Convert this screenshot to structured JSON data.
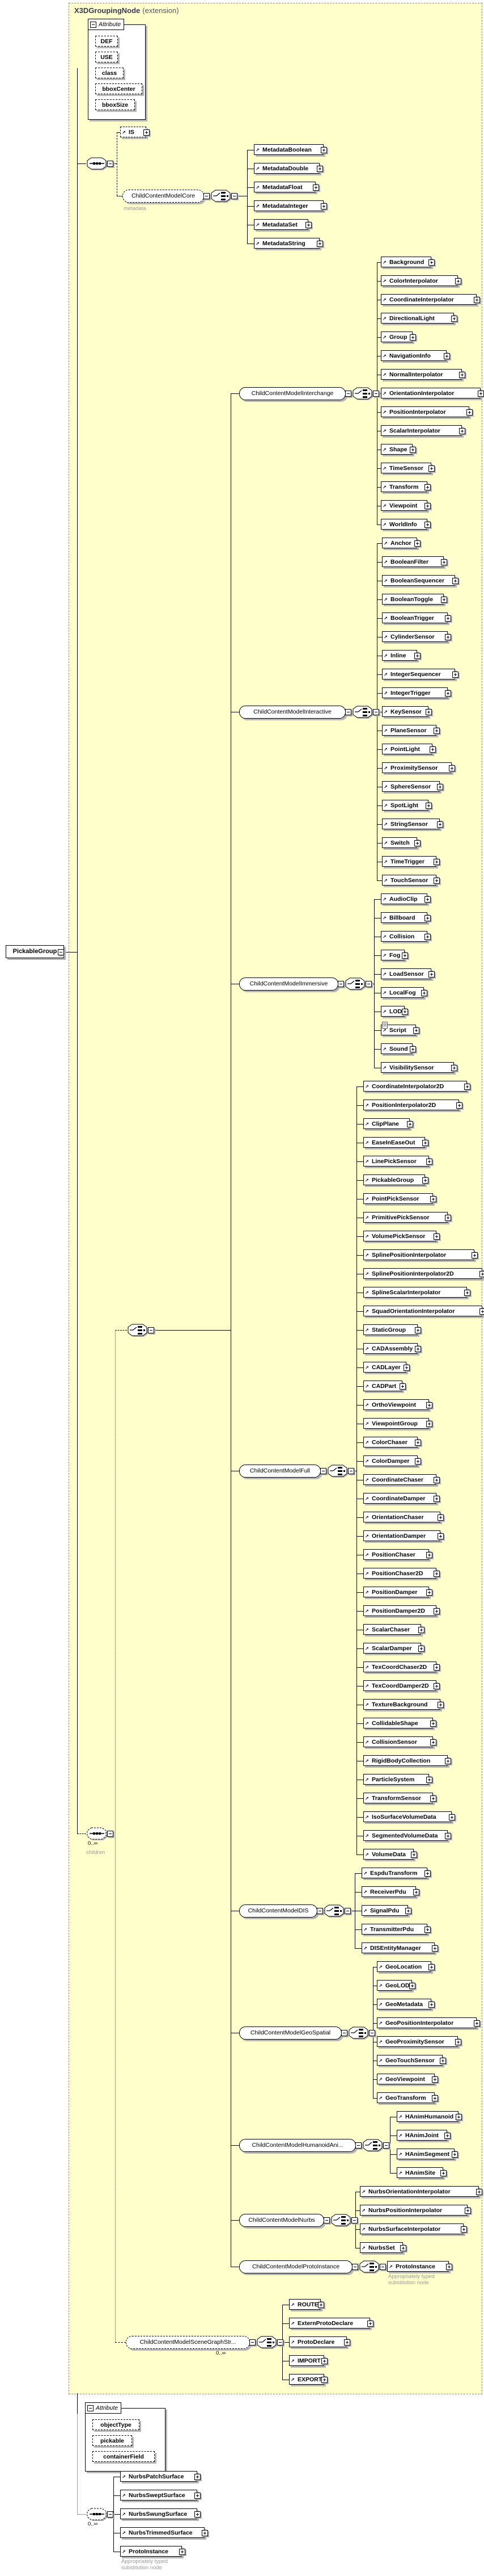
{
  "title": {
    "name": "X3DGroupingNode",
    "suffix": "(extension)"
  },
  "root_element": {
    "label": "PickableGroup"
  },
  "colors": {
    "container_fill": "#ffffcc",
    "container_border": "#8a8a8a",
    "box_fill": "#ffffff",
    "box_border": "#000000",
    "shadow": "#b5b5b5",
    "annotation_text": "#9a9a9a"
  },
  "base_attributes": {
    "header": "Attribute",
    "items": [
      "DEF",
      "USE",
      "class",
      "bboxCenter",
      "bboxSize"
    ]
  },
  "extension_attributes": {
    "header": "Attribute",
    "items": [
      "objectType",
      "pickable",
      "containerField"
    ]
  },
  "is_reference": {
    "label": "IS"
  },
  "core_group": {
    "label": "ChildContentModelCore",
    "annotation": "metadata",
    "choice_items": [
      "MetadataBoolean",
      "MetadataDouble",
      "MetadataFloat",
      "MetadataInteger",
      "MetadataSet",
      "MetadataString"
    ]
  },
  "children_compositor": {
    "occurs": "0..∞",
    "annotation": "children"
  },
  "child_groups": [
    {
      "label": "ChildContentModelInterchange",
      "items": [
        "Background",
        "ColorInterpolator",
        "CoordinateInterpolator",
        "DirectionalLight",
        "Group",
        "NavigationInfo",
        "NormalInterpolator",
        "OrientationInterpolator",
        "PositionInterpolator",
        "ScalarInterpolator",
        "Shape",
        "TimeSensor",
        "Transform",
        "Viewpoint",
        "WorldInfo"
      ]
    },
    {
      "label": "ChildContentModelInteractive",
      "items": [
        "Anchor",
        "BooleanFilter",
        "BooleanSequencer",
        "BooleanToggle",
        "BooleanTrigger",
        "CylinderSensor",
        "Inline",
        "IntegerSequencer",
        "IntegerTrigger",
        "KeySensor",
        "PlaneSensor",
        "PointLight",
        "ProximitySensor",
        "SphereSensor",
        "SpotLight",
        "StringSensor",
        "Switch",
        "TimeTrigger",
        "TouchSensor"
      ]
    },
    {
      "label": "ChildContentModelImmersive",
      "items": [
        "AudioClip",
        "Billboard",
        "Collision",
        "Fog",
        "LoadSensor",
        "LocalFog",
        "LOD",
        "Script",
        "Sound",
        "VisibilitySensor"
      ]
    },
    {
      "label": "ChildContentModelFull",
      "items": [
        "CoordinateInterpolator2D",
        "PositionInterpolator2D",
        "ClipPlane",
        "EaseInEaseOut",
        "LinePickSensor",
        "PickableGroup",
        "PointPickSensor",
        "PrimitivePickSensor",
        "VolumePickSensor",
        "SplinePositionInterpolator",
        "SplinePositionInterpolator2D",
        "SplineScalarInterpolator",
        "SquadOrientationInterpolator",
        "StaticGroup",
        "CADAssembly",
        "CADLayer",
        "CADPart",
        "OrthoViewpoint",
        "ViewpointGroup",
        "ColorChaser",
        "ColorDamper",
        "CoordinateChaser",
        "CoordinateDamper",
        "OrientationChaser",
        "OrientationDamper",
        "PositionChaser",
        "PositionChaser2D",
        "PositionDamper",
        "PositionDamper2D",
        "ScalarChaser",
        "ScalarDamper",
        "TexCoordChaser2D",
        "TexCoordDamper2D",
        "TextureBackground",
        "CollidableShape",
        "CollisionSensor",
        "RigidBodyCollection",
        "ParticleSystem",
        "TransformSensor",
        "IsoSurfaceVolumeData",
        "SegmentedVolumeData",
        "VolumeData"
      ]
    },
    {
      "label": "ChildContentModelDIS",
      "items": [
        "EspduTransform",
        "ReceiverPdu",
        "SignalPdu",
        "TransmitterPdu",
        "DISEntityManager"
      ]
    },
    {
      "label": "ChildContentModelGeoSpatial",
      "items": [
        "GeoLocation",
        "GeoLOD",
        "GeoMetadata",
        "GeoPositionInterpolator",
        "GeoProximitySensor",
        "GeoTouchSensor",
        "GeoViewpoint",
        "GeoTransform"
      ]
    },
    {
      "label": "ChildContentModelHumanoidAni...",
      "items": [
        "HAnimHumanoid",
        "HAnimJoint",
        "HAnimSegment",
        "HAnimSite"
      ]
    },
    {
      "label": "ChildContentModelNurbs",
      "items": [
        "NurbsOrientationInterpolator",
        "NurbsPositionInterpolator",
        "NurbsSurfaceInterpolator",
        "NurbsSet"
      ]
    },
    {
      "label": "ChildContentModelProtoInstance",
      "items": [
        "ProtoInstance"
      ],
      "item_annotation": [
        "Appropriately typed",
        "substitution node"
      ]
    }
  ],
  "scene_graph_group": {
    "label": "ChildContentModelSceneGraphStr...",
    "occurs": "0..∞",
    "items": [
      "ROUTE",
      "ExternProtoDeclare",
      "ProtoDeclare",
      "IMPORT",
      "EXPORT"
    ]
  },
  "extension_content": {
    "occurs": "0..∞",
    "items": [
      "NurbsPatchSurface",
      "NurbsSweptSurface",
      "NurbsSwungSurface",
      "NurbsTrimmedSurface",
      "ProtoInstance"
    ],
    "item_annotation": [
      "Appropriately typed",
      "substitution node"
    ]
  }
}
